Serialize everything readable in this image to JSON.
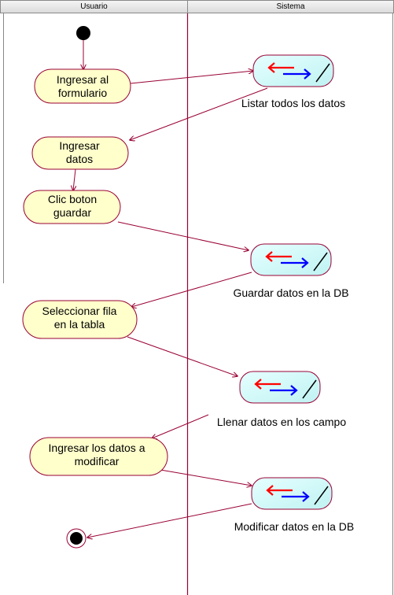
{
  "lanes": {
    "usuario": "Usuario",
    "sistema": "Sistema"
  },
  "user_activities": {
    "ingresar_formulario": [
      "Ingresar al",
      "formulario"
    ],
    "ingresar_datos": [
      "Ingresar",
      "datos"
    ],
    "clic_boton_guardar": [
      "Clic boton",
      "guardar"
    ],
    "seleccionar_fila": [
      "Seleccionar fila",
      "en la tabla"
    ],
    "ingresar_modificar": [
      "Ingresar los datos a",
      "modificar"
    ]
  },
  "system_activities": {
    "listar": "Listar todos los datos",
    "guardar": "Guardar datos en la DB",
    "llenar": "Llenar datos en los campo",
    "modificar": "Modificar datos en la DB"
  },
  "colors": {
    "activity_fill": "#ffffcc",
    "activity_stroke": "#990033",
    "system_fill": "#ccffff",
    "flow_line": "#990033",
    "arrow_red": "#ff0000",
    "arrow_blue": "#0000ff"
  }
}
